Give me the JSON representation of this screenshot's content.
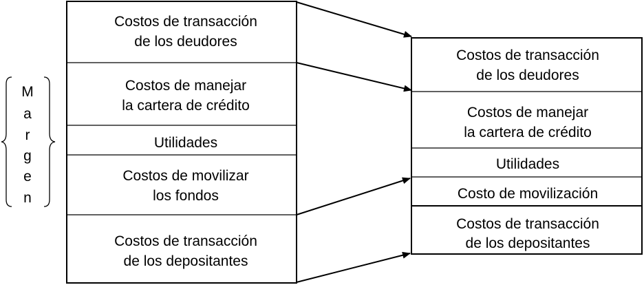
{
  "side_label": {
    "letters": [
      "M",
      "a",
      "r",
      "g",
      "e",
      "n"
    ]
  },
  "left_column": {
    "cells": [
      {
        "lines": [
          "Costos de transacción",
          "de los deudores"
        ]
      },
      {
        "lines": [
          "Costos de manejar",
          "la cartera de crédito"
        ]
      },
      {
        "lines": [
          "Utilidades"
        ]
      },
      {
        "lines": [
          "Costos de movilizar",
          "los fondos"
        ]
      },
      {
        "lines": [
          "Costos de transacción",
          "de los depositantes"
        ]
      }
    ]
  },
  "right_column": {
    "cells": [
      {
        "lines": [
          "Costos de transacción",
          "de los deudores"
        ]
      },
      {
        "lines": [
          "Costos de manejar",
          "la cartera de crédito"
        ]
      },
      {
        "lines": [
          "Utilidades"
        ]
      },
      {
        "lines": [
          "Costo de movilización"
        ]
      },
      {
        "lines": [
          "Costos de transacción",
          "de los depositantes"
        ]
      }
    ]
  },
  "colors": {
    "stroke": "#000000",
    "background": "#ffffff"
  }
}
